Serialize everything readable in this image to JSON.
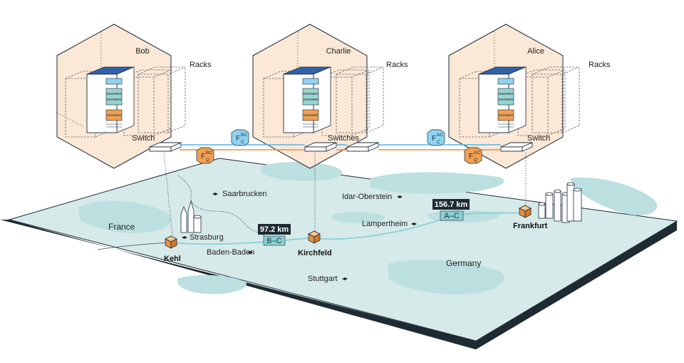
{
  "buildings": [
    {
      "name": "Bob",
      "racks_label": "Racks",
      "switch_label": "Switch"
    },
    {
      "name": "Charlie",
      "racks_label": "Racks",
      "switch_label": "Switches"
    },
    {
      "name": "Alice",
      "racks_label": "Racks",
      "switch_label": "Switch"
    }
  ],
  "fiber_tags": {
    "bc_classical": {
      "base": "F",
      "sub": "C",
      "sup": "BC"
    },
    "bc_quantum": {
      "base": "F",
      "sub": "Q",
      "sup": "BC"
    },
    "ac_classical": {
      "base": "F",
      "sub": "C",
      "sup": "AC"
    },
    "ac_quantum": {
      "base": "F",
      "sub": "Q",
      "sup": "AC"
    }
  },
  "countries": {
    "france": "France",
    "germany": "Germany"
  },
  "cities": {
    "saarbrucken": "Saarbrucken",
    "strasburg": "Strasburg",
    "baden_baden": "Baden-Baden",
    "stuttgart": "Stuttgart",
    "idar_oberstein": "Idar-Oberstein",
    "lampertheim": "Lampertheim"
  },
  "nodes": {
    "kehl": "Kehl",
    "kirchfeld": "Kirchfeld",
    "frankfurt": "Frankfurt"
  },
  "links": [
    {
      "distance": "97.2 km",
      "segment": "B–C"
    },
    {
      "distance": "156.7 km",
      "segment": "A–C"
    }
  ],
  "colors": {
    "building_fill": "#fbe8d6",
    "map_fill": "#d6eaea",
    "map_region": "#bcdfe0",
    "map_edge": "#1e2b33",
    "rack_top": "#2f62a8",
    "classical_fiber": "#5ab4e4",
    "quantum_fiber": "#e8913c",
    "node": "#f0a050",
    "route": "#8ccfd2"
  }
}
